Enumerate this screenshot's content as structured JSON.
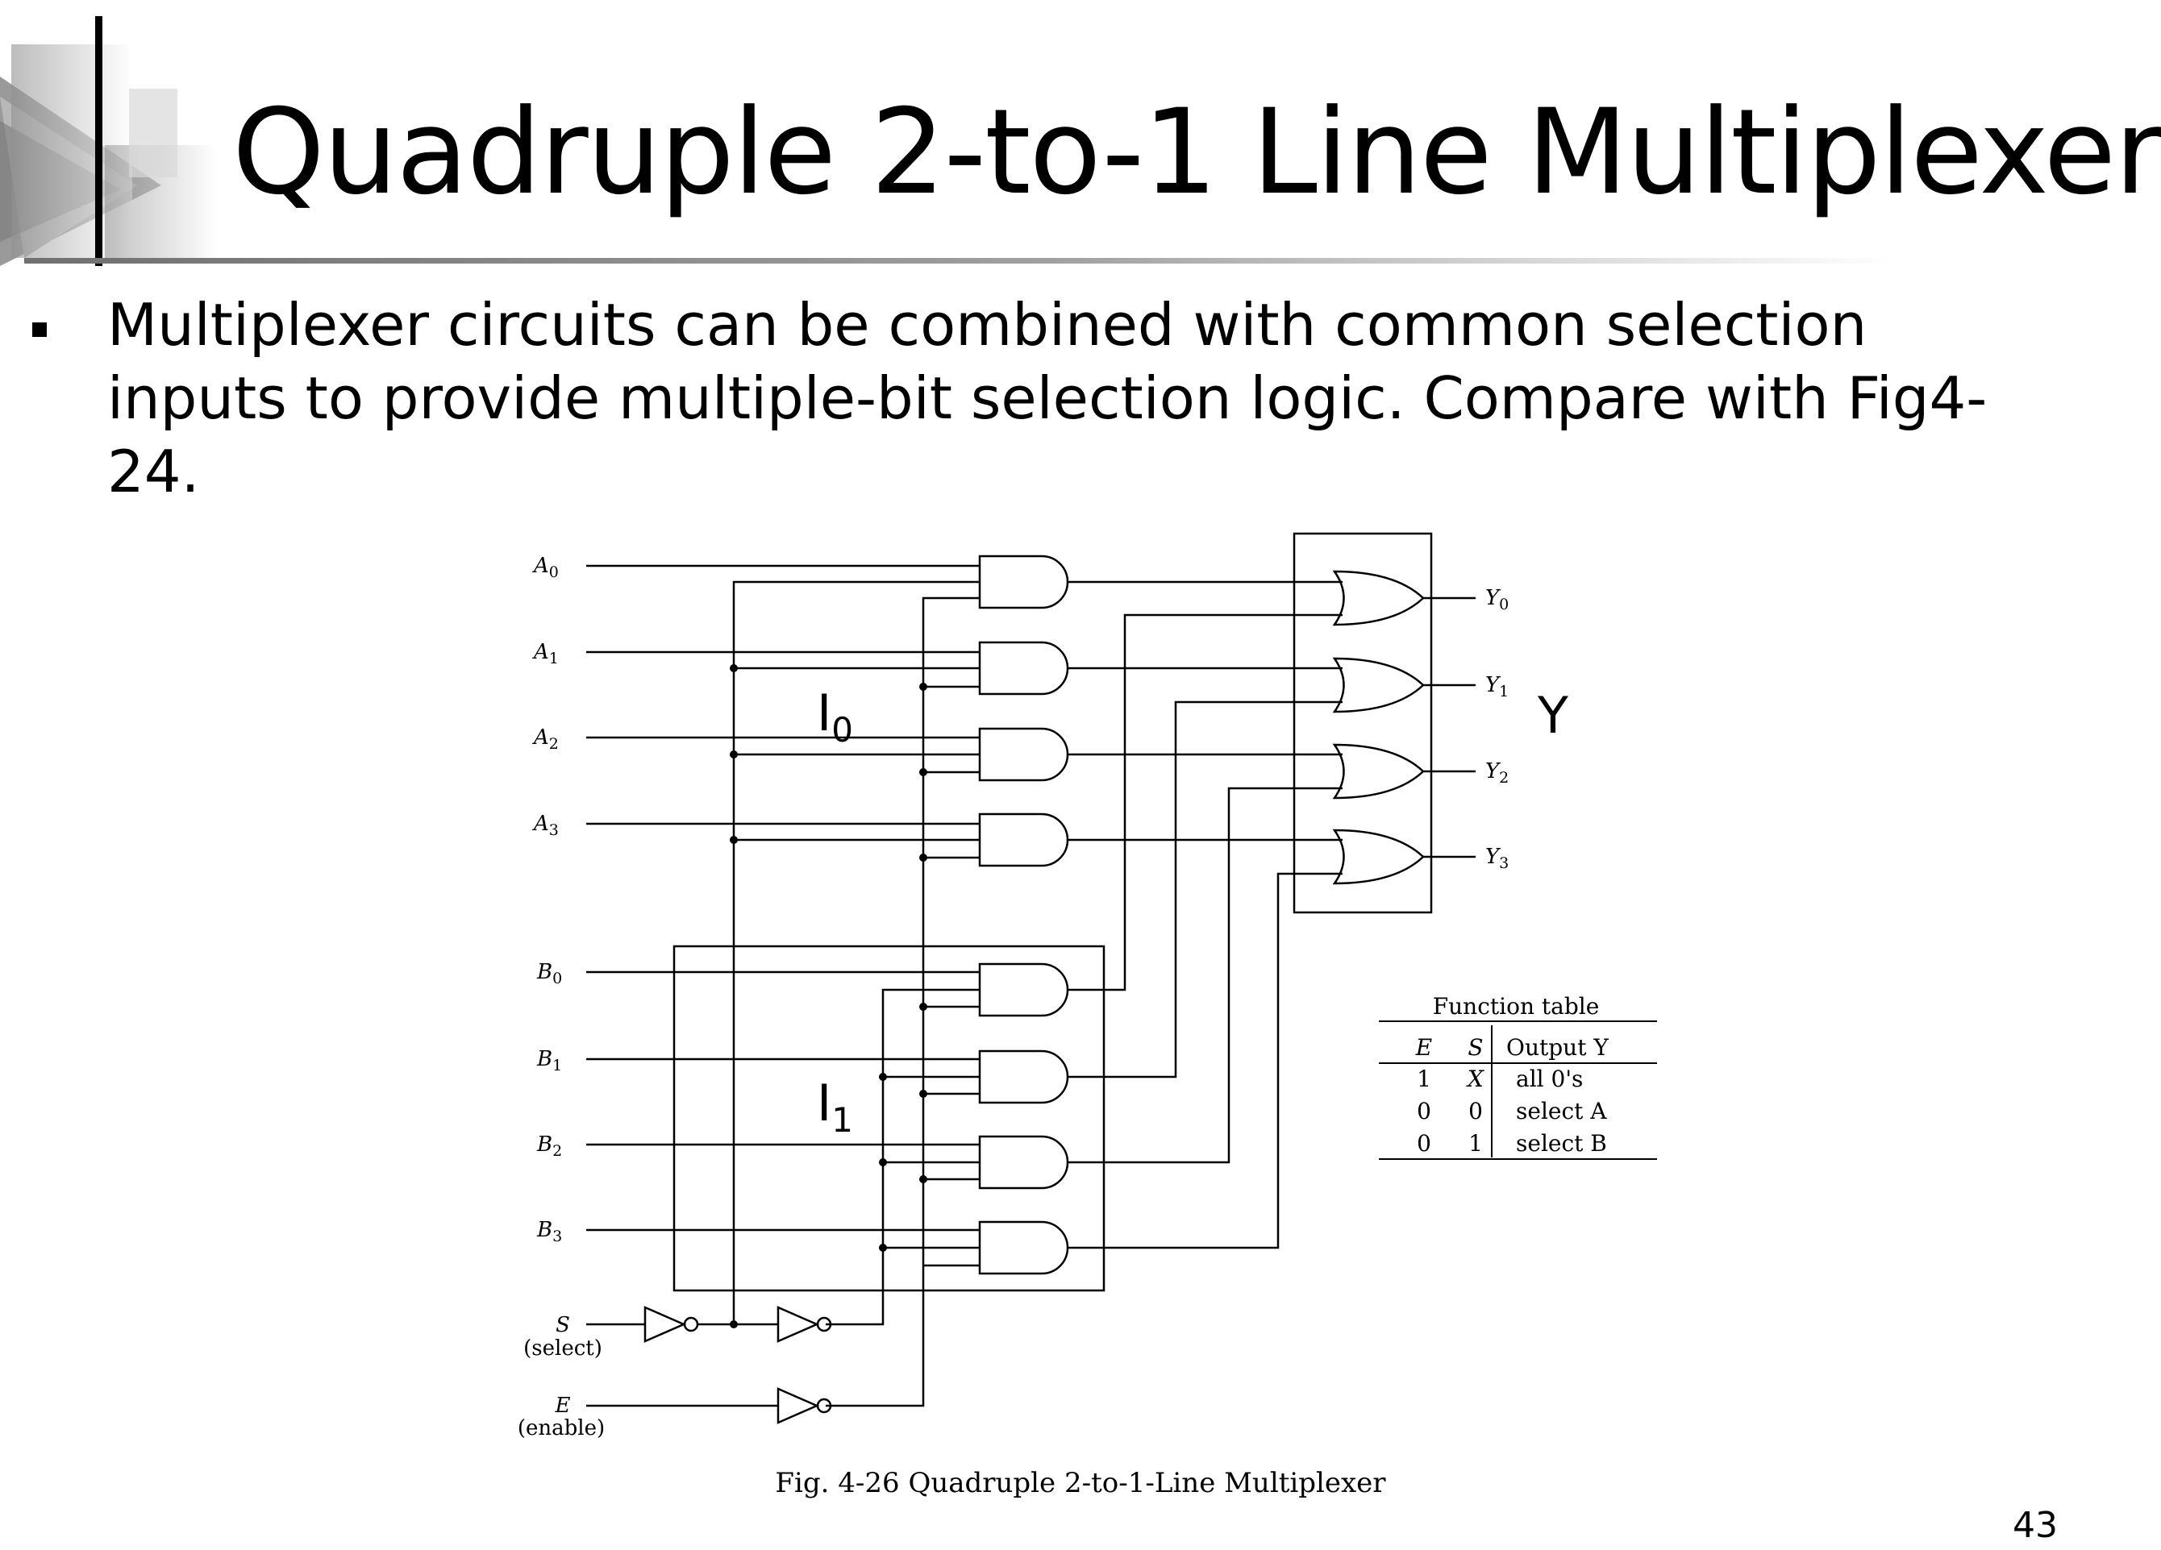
{
  "slide": {
    "title": "Quadruple 2-to-1 Line Multiplexer",
    "bullet": "Multiplexer circuits can be combined with common selection inputs to provide multiple-bit selection logic. Compare with Fig4-24.",
    "page_number": "43"
  },
  "diagram": {
    "caption": "Fig. 4-26  Quadruple 2-to-1-Line Multiplexer",
    "inputs_a": [
      {
        "letter": "A",
        "sub": "0"
      },
      {
        "letter": "A",
        "sub": "1"
      },
      {
        "letter": "A",
        "sub": "2"
      },
      {
        "letter": "A",
        "sub": "3"
      }
    ],
    "inputs_b": [
      {
        "letter": "B",
        "sub": "0"
      },
      {
        "letter": "B",
        "sub": "1"
      },
      {
        "letter": "B",
        "sub": "2"
      },
      {
        "letter": "B",
        "sub": "3"
      }
    ],
    "outputs": [
      {
        "letter": "Y",
        "sub": "0"
      },
      {
        "letter": "Y",
        "sub": "1"
      },
      {
        "letter": "Y",
        "sub": "2"
      },
      {
        "letter": "Y",
        "sub": "3"
      }
    ],
    "select": {
      "letter": "S",
      "note": "(select)"
    },
    "enable": {
      "letter": "E",
      "note": "(enable)"
    },
    "annotations": {
      "i0": {
        "letter": "I",
        "sub": "0"
      },
      "i1": {
        "letter": "I",
        "sub": "1"
      },
      "y": "Y"
    },
    "function_table": {
      "title": "Function table",
      "headers": [
        "E",
        "S",
        "Output Y"
      ],
      "rows": [
        [
          "1",
          "X",
          "all 0's"
        ],
        [
          "0",
          "0",
          "select A"
        ],
        [
          "0",
          "1",
          "select B"
        ]
      ]
    }
  }
}
